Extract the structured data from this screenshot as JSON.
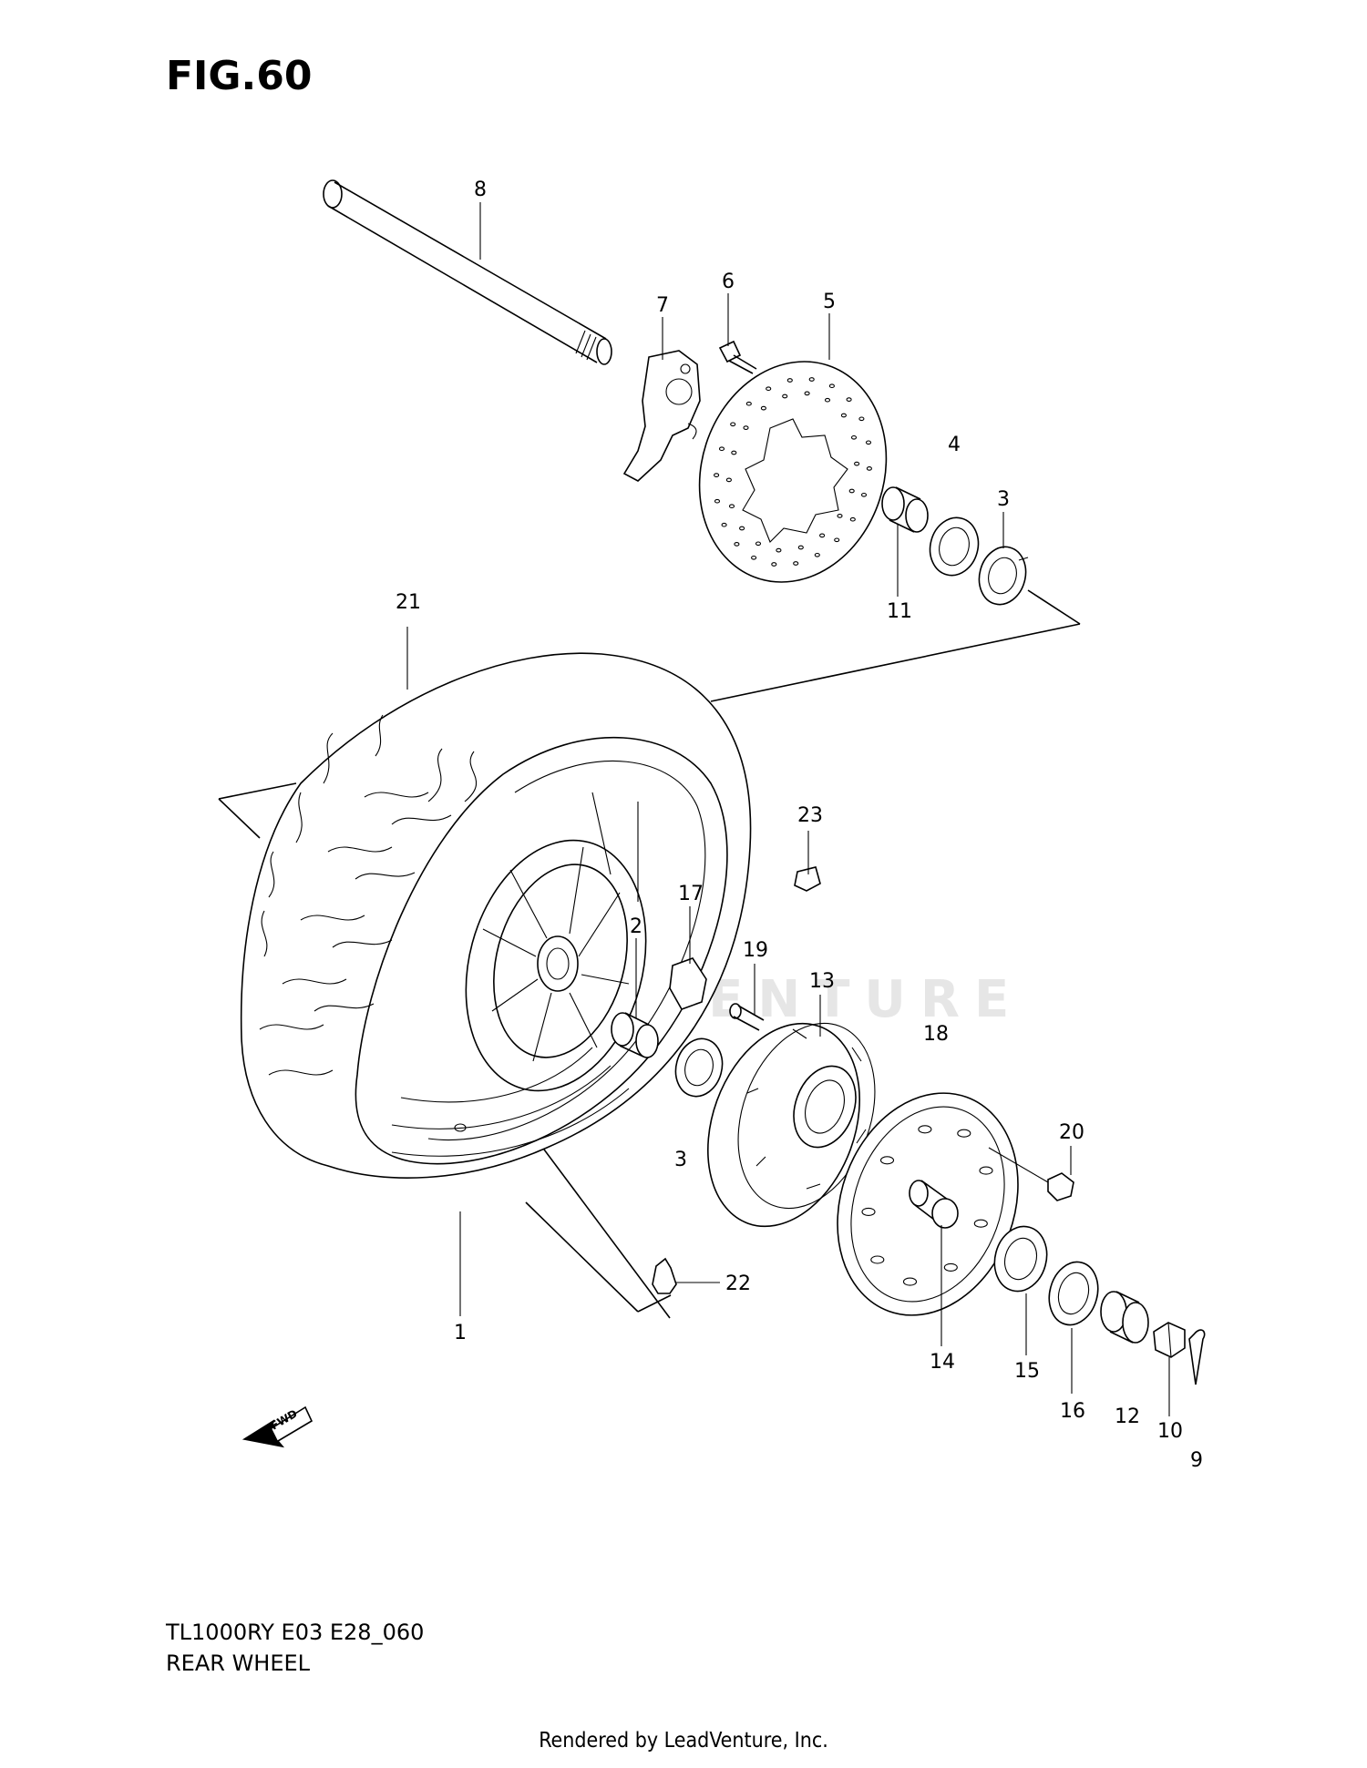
{
  "figure_title": "FIG.60",
  "model_code": "TL1000RY E03 E28_060",
  "caption": "REAR WHEEL",
  "footer": "Rendered by LeadVenture, Inc.",
  "watermark": "LEADVENTURE",
  "fwd_label": "FWD",
  "part_labels": [
    {
      "id": "p8",
      "text": "8"
    },
    {
      "id": "p7",
      "text": "7"
    },
    {
      "id": "p6",
      "text": "6"
    },
    {
      "id": "p5",
      "text": "5"
    },
    {
      "id": "p4",
      "text": "4"
    },
    {
      "id": "p3a",
      "text": "3"
    },
    {
      "id": "p11",
      "text": "11"
    },
    {
      "id": "p21",
      "text": "21"
    },
    {
      "id": "p23",
      "text": "23"
    },
    {
      "id": "p17",
      "text": "17"
    },
    {
      "id": "p2",
      "text": "2"
    },
    {
      "id": "p19",
      "text": "19"
    },
    {
      "id": "p13",
      "text": "13"
    },
    {
      "id": "p18",
      "text": "18"
    },
    {
      "id": "p20",
      "text": "20"
    },
    {
      "id": "p3b",
      "text": "3"
    },
    {
      "id": "p22",
      "text": "22"
    },
    {
      "id": "p1",
      "text": "1"
    },
    {
      "id": "p14",
      "text": "14"
    },
    {
      "id": "p15",
      "text": "15"
    },
    {
      "id": "p16",
      "text": "16"
    },
    {
      "id": "p12",
      "text": "12"
    },
    {
      "id": "p10",
      "text": "10"
    },
    {
      "id": "p9",
      "text": "9"
    }
  ]
}
